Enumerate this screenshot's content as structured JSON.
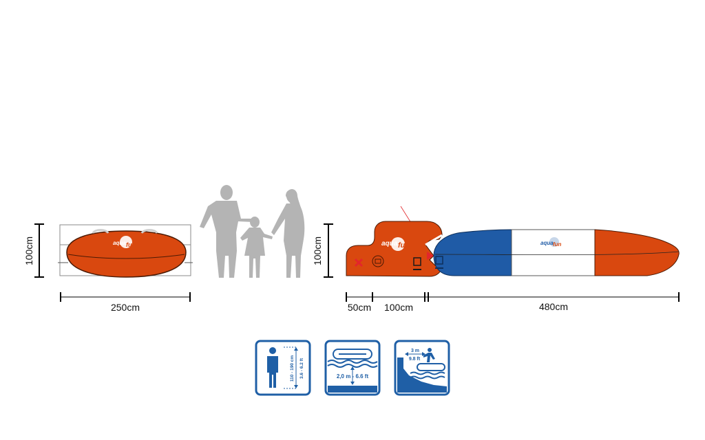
{
  "colors": {
    "orange": "#d9480f",
    "blue": "#1f5ba6",
    "white": "#ffffff",
    "silhouette": "#b4b4b4",
    "icon_blue": "#1f5fa6",
    "red_mark": "#e3262b"
  },
  "labels": {
    "side_height": "100cm",
    "side_length": "250cm",
    "long_height": "100cm",
    "seg_50": "50cm",
    "seg_100": "100cm",
    "seg_480": "480cm"
  },
  "logos": {
    "brand_part1": "aqua",
    "brand_part2": "fun"
  },
  "icons": {
    "height": {
      "name": "person-height-icon",
      "line1": "110 - 190 cm",
      "line2": "3.6 - 6.2 ft"
    },
    "depth": {
      "name": "water-depth-icon",
      "text": "2,0 m - 6.6 ft"
    },
    "jump": {
      "name": "jump-distance-icon",
      "line1": "3 m",
      "line2": "9.8 ft"
    }
  }
}
